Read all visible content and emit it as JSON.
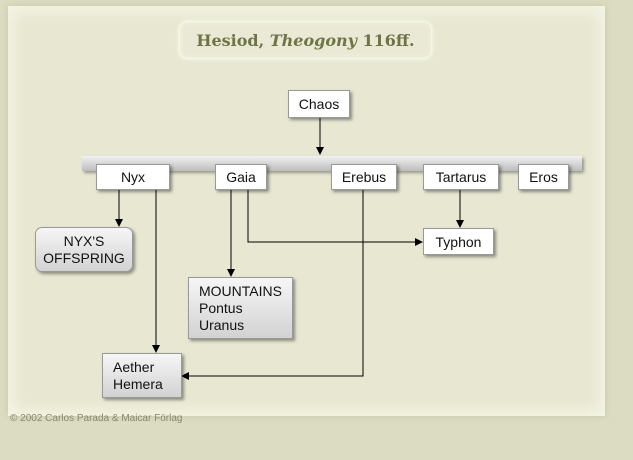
{
  "title": {
    "prefix": "Hesiod, ",
    "work": "Theogony",
    "suffix": " 116ff."
  },
  "nodes": {
    "chaos": "Chaos",
    "nyx": "Nyx",
    "gaia": "Gaia",
    "erebus": "Erebus",
    "tartarus": "Tartarus",
    "eros": "Eros",
    "typhon": "Typhon",
    "nyx_offspring": [
      "NYX'S",
      "OFFSPRING"
    ],
    "mountains": [
      "MOUNTAINS",
      "Pontus",
      "Uranus"
    ],
    "aether_hemera": [
      "Aether",
      "Hemera"
    ]
  },
  "copyright": "© 2002 Carlos Parada & Maicar Förlag"
}
